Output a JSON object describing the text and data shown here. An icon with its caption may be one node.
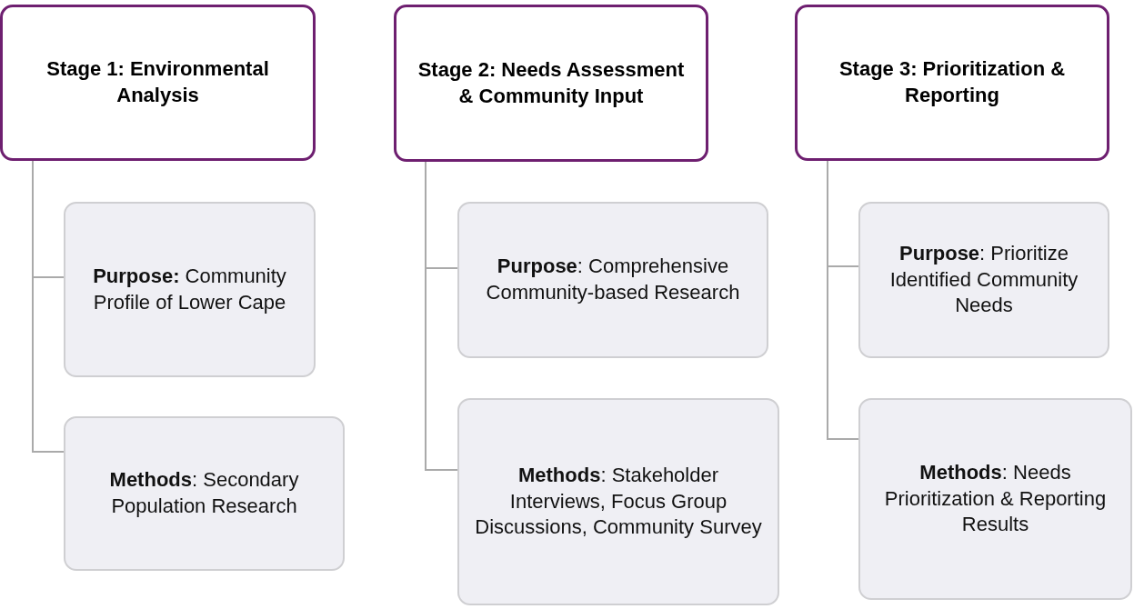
{
  "diagram": {
    "nodes": [
      {
        "text": [
          "Stage 1: Environmental Analysis"
        ]
      },
      {
        "text": [
          "**Purpose:** Community Profile of Lower Cape"
        ]
      },
      {
        "text": [
          "**Methods**: Secondary Population Research"
        ]
      },
      {
        "text": [
          "Stage 2: Needs Assessment & Community Input"
        ]
      },
      {
        "text": [
          "**Purpose**: Comprehensive Community-based Research"
        ]
      },
      {
        "text": [
          "**Methods**: Stakeholder Interviews, Focus Group Discussions, Community Survey"
        ]
      },
      {
        "text": [
          "Stage 3: Prioritization & Reporting"
        ]
      },
      {
        "text": [
          "**Purpose**: Prioritize Identified Community Needs"
        ]
      },
      {
        "text": [
          "**Methods**: Needs Prioritization & Reporting Results"
        ]
      }
    ],
    "edges": [
      {
        "from": 0,
        "to": 1,
        "arrow": "none"
      },
      {
        "from": 0,
        "to": 2,
        "arrow": "none"
      },
      {
        "from": 3,
        "to": 4,
        "arrow": "none"
      },
      {
        "from": 3,
        "to": 5,
        "arrow": "none"
      },
      {
        "from": 6,
        "to": 7,
        "arrow": "none"
      },
      {
        "from": 6,
        "to": 8,
        "arrow": "none"
      }
    ]
  }
}
